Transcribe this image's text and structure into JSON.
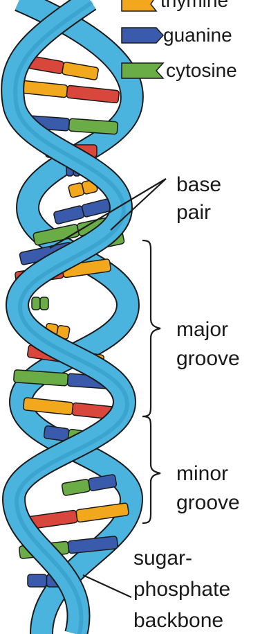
{
  "legend": {
    "items": [
      {
        "label": "thymine",
        "color": "#f2a81d",
        "icon": "thymine-base-icon"
      },
      {
        "label": "guanine",
        "color": "#3a5bab",
        "icon": "guanine-base-icon"
      },
      {
        "label": "cytosine",
        "color": "#6aac45",
        "icon": "cytosine-base-icon"
      }
    ]
  },
  "colors": {
    "adenine": "#d9463b",
    "thymine": "#f2a81d",
    "guanine": "#3a5bab",
    "cytosine": "#6aac45",
    "backbone": "#4bb4de",
    "backbone_dark": "#1f86b8",
    "outline": "#1a1a1a"
  },
  "labels": {
    "base_pair": [
      "base",
      "pair"
    ],
    "major_groove": [
      "major",
      "groove"
    ],
    "minor_groove": [
      "minor",
      "groove"
    ],
    "backbone": [
      "sugar-",
      "phosphate",
      "backbone"
    ]
  }
}
